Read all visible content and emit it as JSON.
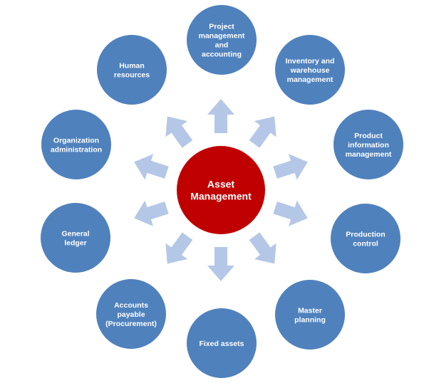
{
  "center": {
    "lines": [
      "Asset",
      "Management"
    ],
    "color": "#C00000"
  },
  "node_color": "#4F81BD",
  "arrow_color": "#B4C7E7",
  "nodes": [
    {
      "id": "project-management-accounting",
      "lines": [
        "Project",
        "management",
        "and",
        "accounting"
      ]
    },
    {
      "id": "inventory-warehouse-management",
      "lines": [
        "Inventory and",
        "warehouse",
        "management"
      ]
    },
    {
      "id": "product-information-management",
      "lines": [
        "Product",
        "information",
        "management"
      ]
    },
    {
      "id": "production-control",
      "lines": [
        "Production",
        "control"
      ]
    },
    {
      "id": "master-planning",
      "lines": [
        "Master",
        "planning"
      ]
    },
    {
      "id": "fixed-assets",
      "lines": [
        "Fixed assets"
      ]
    },
    {
      "id": "accounts-payable",
      "lines": [
        "Accounts",
        "payable",
        "(Procurement)"
      ]
    },
    {
      "id": "general-ledger",
      "lines": [
        "General",
        "ledger"
      ]
    },
    {
      "id": "organization-administration",
      "lines": [
        "Organization",
        "administration"
      ]
    },
    {
      "id": "human-resources",
      "lines": [
        "Human",
        "resources"
      ]
    }
  ]
}
